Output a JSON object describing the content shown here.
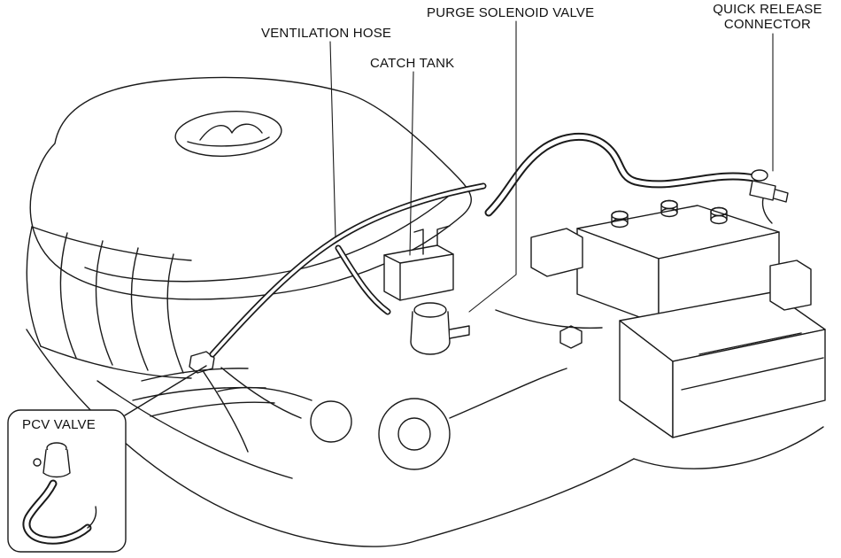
{
  "diagram": {
    "labels": {
      "ventilation_hose": "VENTILATION HOSE",
      "catch_tank": "CATCH TANK",
      "purge_solenoid_valve": "PURGE SOLENOID VALVE",
      "quick_release_line1": "QUICK RELEASE",
      "quick_release_line2": "CONNECTOR",
      "pcv_valve": "PCV VALVE"
    },
    "colors": {
      "line": "#1a1a1a",
      "background": "#ffffff"
    }
  }
}
